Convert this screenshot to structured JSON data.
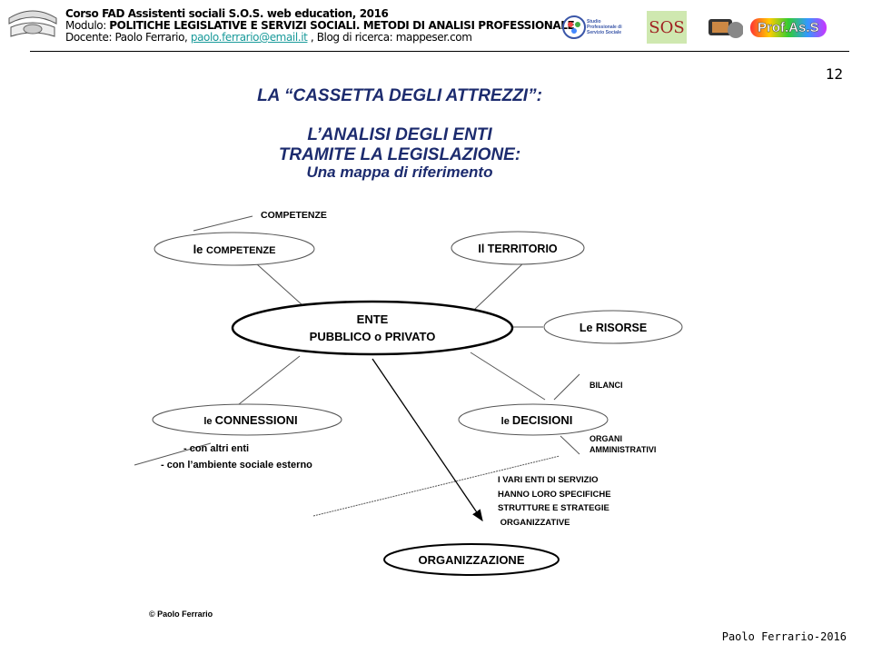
{
  "header": {
    "line1": "Corso FAD Assistenti sociali S.O.S. web education, 2016",
    "line2_prefix": "Modulo: ",
    "line2_bold": "POLITICHE LEGISLATIVE E SERVIZI SOCIALI. METODI DI ANALISI PROFESSIONALE",
    "line3_prefix": "Docente: Paolo Ferrario, ",
    "email": "paolo.ferrario@email.it",
    "line3_suffix": " , Blog di ricerca: mappeser.com",
    "logos": {
      "studio": "Studio Professionale di Servizio Sociale",
      "sos": "SOS",
      "profass": "Prof.As.S"
    }
  },
  "page_number": "12",
  "slide": {
    "title1": "LA “CASSETTA DEGLI ATTREZZI”:",
    "title2": "L’ANALISI DEGLI ENTI",
    "title3": "TRAMITE LA LEGISLAZIONE:",
    "title4": "Una mappa di riferimento"
  },
  "map": {
    "competenze_note": "COMPETENZE",
    "competenze_pre": "le ",
    "competenze": "COMPETENZE",
    "territorio": "Il TERRITORIO",
    "ente1": "ENTE",
    "ente2": "PUBBLICO o PRIVATO",
    "risorse": "Le RISORSE",
    "connessioni_pre": "le ",
    "connessioni": "CONNESSIONI",
    "conn_note1": "- con altri enti",
    "conn_note2": "- con l’ambiente sociale esterno",
    "decisioni_pre": "le ",
    "decisioni": "DECISIONI",
    "bilanci": "BILANCI",
    "organi1": "ORGANI",
    "organi2": "AMMINISTRATIVI",
    "note1": "I VARI ENTI DI SERVIZIO",
    "note2": "HANNO LORO SPECIFICHE",
    "note3": "STRUTTURE E STRATEGIE",
    "note4": " ORGANIZZATIVE",
    "organizzazione": "ORGANIZZAZIONE",
    "copyright": "© Paolo Ferrario"
  },
  "footer": "Paolo Ferrario-2016"
}
